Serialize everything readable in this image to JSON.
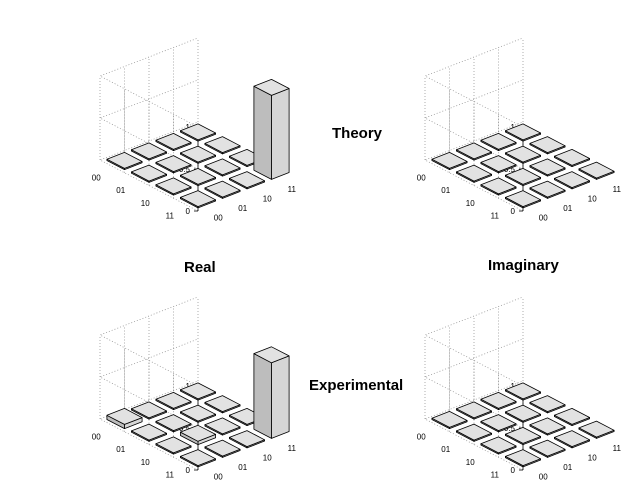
{
  "row_labels": {
    "theory": "Theory",
    "experimental": "Experimental"
  },
  "column_labels": {
    "real": "Real",
    "imaginary": "Imaginary"
  },
  "chart_data": [
    {
      "type": "bar3d",
      "id": "theory-real",
      "zlim": [
        0,
        1
      ],
      "zticks": [
        "0",
        "0.5",
        "1"
      ],
      "row_ticks": [
        "00",
        "01",
        "10",
        "11"
      ],
      "col_ticks": [
        "00",
        "01",
        "10",
        "11"
      ],
      "values": [
        [
          0,
          0,
          0,
          0
        ],
        [
          0,
          0,
          0,
          0
        ],
        [
          0,
          0,
          0,
          0
        ],
        [
          0,
          0,
          0,
          1
        ]
      ]
    },
    {
      "type": "bar3d",
      "id": "theory-imaginary",
      "zlim": [
        0,
        1
      ],
      "zticks": [
        "0",
        "0.5",
        "1"
      ],
      "row_ticks": [
        "00",
        "01",
        "10",
        "11"
      ],
      "col_ticks": [
        "00",
        "01",
        "10",
        "11"
      ],
      "values": [
        [
          0,
          0,
          0,
          0
        ],
        [
          0,
          0,
          0,
          0
        ],
        [
          0,
          0,
          0,
          0
        ],
        [
          0,
          0,
          0,
          0
        ]
      ]
    },
    {
      "type": "bar3d",
      "id": "experimental-real",
      "zlim": [
        0,
        1
      ],
      "zticks": [
        "0",
        "0.5",
        "1"
      ],
      "row_ticks": [
        "00",
        "01",
        "10",
        "11"
      ],
      "col_ticks": [
        "00",
        "01",
        "10",
        "11"
      ],
      "values": [
        [
          0.05,
          0,
          0,
          0
        ],
        [
          0,
          0,
          0,
          0
        ],
        [
          0,
          0.04,
          0,
          0
        ],
        [
          0,
          0,
          0,
          0.9
        ]
      ]
    },
    {
      "type": "bar3d",
      "id": "experimental-imaginary",
      "zlim": [
        0,
        1
      ],
      "zticks": [
        "0",
        "0.5",
        "1"
      ],
      "row_ticks": [
        "00",
        "01",
        "10",
        "11"
      ],
      "col_ticks": [
        "00",
        "01",
        "10",
        "11"
      ],
      "values": [
        [
          0,
          0,
          0,
          0
        ],
        [
          0,
          0,
          0,
          0
        ],
        [
          0,
          0,
          0,
          0
        ],
        [
          0,
          0,
          0,
          0
        ]
      ]
    }
  ]
}
